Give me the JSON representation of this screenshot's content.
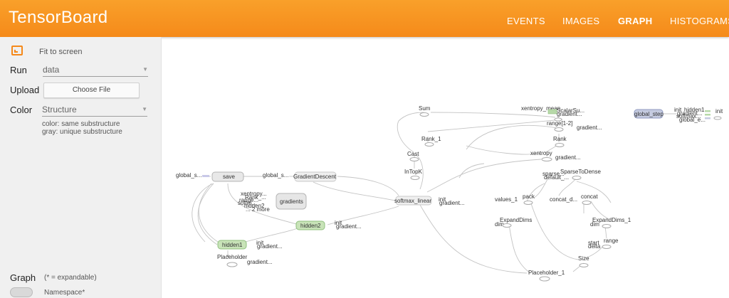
{
  "header": {
    "title": "TensorBoard",
    "tabs": [
      {
        "label": "EVENTS",
        "active": false
      },
      {
        "label": "IMAGES",
        "active": false
      },
      {
        "label": "GRAPH",
        "active": true
      },
      {
        "label": "HISTOGRAMS",
        "active": false
      }
    ],
    "background": "#f7941d"
  },
  "sidebar": {
    "fit_label": "Fit to screen",
    "run_label": "Run",
    "run_value": "data",
    "upload_label": "Upload",
    "upload_button": "Choose File",
    "color_label": "Color",
    "color_value": "Structure",
    "color_note_1": "color: same substructure",
    "color_note_2": "gray: unique substructure",
    "graph_label": "Graph",
    "expandable_note": "(* = expandable)",
    "namespace_label": "Namespace*"
  },
  "graph": {
    "nodes": {
      "sum": "Sum",
      "xentropy_mean": "xentropy_mean",
      "scalarsu": "ScalarSu...",
      "gradient_xm": "gradient...",
      "range12": "range[1-2]",
      "gradient_r12": "gradient...",
      "rank1": "Rank_1",
      "rank": "Rank",
      "cast": "Cast",
      "xentropy": "xentropy",
      "gradient_xe": "gradient...",
      "intopk": "InTopK",
      "sparse": "sparse...",
      "default": "default_...",
      "sparse_to_dense": "SparseToDense",
      "global_s1": "global_s...",
      "save": "save",
      "global_s2": "global_s...",
      "gradient_descent": "GradientDescent",
      "xentropy_g": "xentropy...",
      "rank_g": "Rank_...",
      "range_g": "range...",
      "softmax_g": "softm...",
      "hidden_g": "hidden2",
      "more_g": "... 2 more",
      "gradients": "gradients",
      "softmax_linear": "softmax_linear",
      "init_sl": "init",
      "gradient_sl": "gradient...",
      "values1": "values_1",
      "pack": "pack",
      "concat_d": "concat_d...",
      "concat": "concat",
      "hidden2": "hidden2",
      "init_h2": "init",
      "gradient_h2": "gradient...",
      "dim1": "dim",
      "expand_dims": "ExpandDims",
      "dim2": "dim",
      "expand_dims_1": "ExpandDims_1",
      "hidden1": "hidden1",
      "init_h1": "init",
      "gradient_h1": "gradient...",
      "start": "start",
      "delta": "delta",
      "range": "range",
      "placeholder": "Placeholder",
      "gradient_ph": "gradient...",
      "size": "Size",
      "placeholder1": "Placeholder_1",
      "global_step": "global_step",
      "init_gs1": "init",
      "hidden1_gs": "hidden1",
      "gradient_gs": "gradient...",
      "softmax_gs": "softmax...",
      "init_gs2": "init",
      "global_e": "global_e..."
    }
  }
}
